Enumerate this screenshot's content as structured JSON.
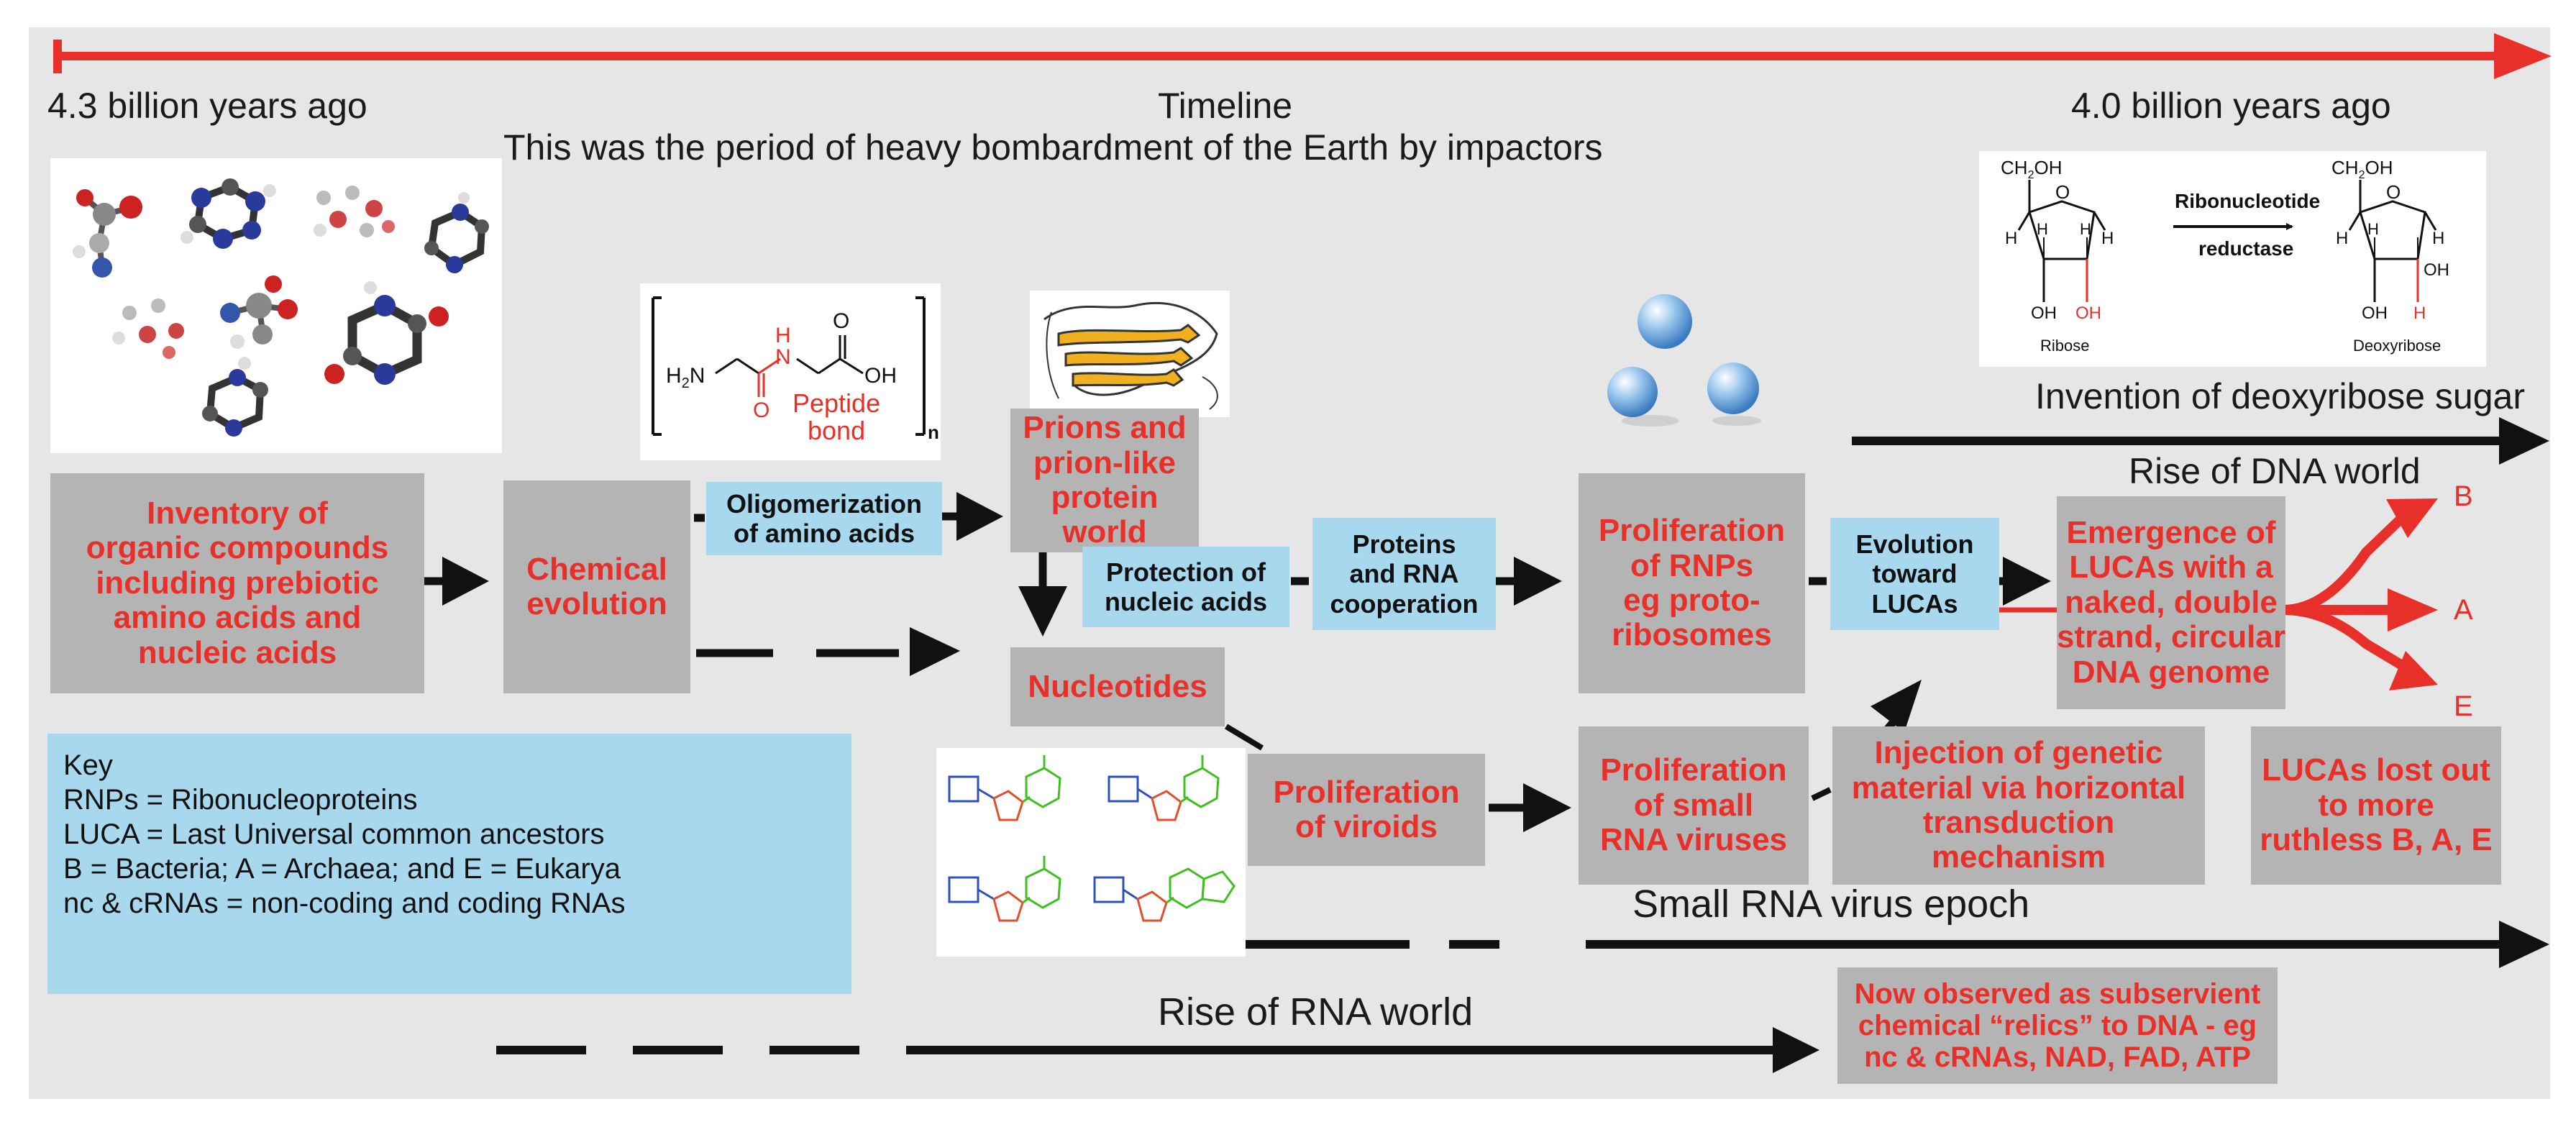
{
  "timeline": {
    "start": "4.3 billion years ago",
    "title": "Timeline",
    "subtitle": "This was the period of heavy bombardment of the Earth by impactors",
    "end": "4.0 billion years ago"
  },
  "boxes": {
    "inventory": [
      "Inventory of",
      "organic compounds",
      "including prebiotic",
      "amino acids and",
      "nucleic acids"
    ],
    "chemical_evolution": [
      "Chemical",
      "evolution"
    ],
    "prions": [
      "Prions and",
      "prion-like",
      "protein world"
    ],
    "nucleotides": [
      "Nucleotides"
    ],
    "proliferation_viroids": [
      "Proliferation",
      "of viroids"
    ],
    "proliferation_rnps": [
      "Proliferation",
      "of RNPs",
      "eg proto-",
      "ribosomes"
    ],
    "proliferation_small_rna": [
      "Proliferation",
      "of small",
      "RNA viruses"
    ],
    "injection": [
      "Injection of genetic",
      "material via horizontal",
      "transduction mechanism"
    ],
    "emergence_lucas": [
      "Emergence of",
      "LUCAs with a",
      "naked, double",
      "strand, circular",
      "DNA genome"
    ],
    "lucas_lost": [
      "LUCAs lost out",
      "to more",
      "ruthless B, A, E"
    ],
    "relics": [
      "Now observed as subservient",
      "chemical “relics” to DNA - eg",
      "nc & cRNAs, NAD, FAD, ATP"
    ]
  },
  "steps": {
    "oligomerization": [
      "Oligomerization",
      "of amino acids"
    ],
    "protection": [
      "Protection of",
      "nucleic acids"
    ],
    "proteins_rna": [
      "Proteins",
      "and RNA",
      "cooperation"
    ],
    "evolution_toward": [
      "Evolution",
      "toward",
      "LUCAs"
    ]
  },
  "epochs": {
    "deoxyribose": "Invention of deoxyribose sugar",
    "dna_world": "Rise of DNA world",
    "small_rna_virus": "Small RNA virus epoch",
    "rna_world": "Rise of RNA world"
  },
  "branches": [
    "B",
    "A",
    "E"
  ],
  "key": {
    "title": "Key",
    "lines": [
      "RNPs = Ribonucleoproteins",
      "LUCA = Last Universal common ancestors",
      "B = Bacteria; A = Archaea; and E = Eukarya",
      "nc & cRNAs = non-coding and coding RNAs"
    ]
  },
  "peptide": {
    "h2n": "H",
    "h2n_sub": "2",
    "h2n_n": "N",
    "nh": "H",
    "nh_n": "N",
    "o1": "O",
    "o2": "O",
    "oh": "OH",
    "n_sub": "n",
    "bond_label": [
      "Peptide",
      "bond"
    ]
  },
  "sugar": {
    "ch2oh": "CH",
    "ch2oh_sub": "2",
    "ch2oh_end": "OH",
    "o": "O",
    "h": "H",
    "oh": "OH",
    "enzyme": [
      "Ribonucleotide",
      "reductase"
    ],
    "ribose": "Ribose",
    "deoxyribose": "Deoxyribose"
  },
  "colors": {
    "red": "#e8302a",
    "gray_box": "#b4b4b4",
    "blue_box": "#a8d8ee",
    "background": "#e6e6e6",
    "arrow": "#111111"
  }
}
